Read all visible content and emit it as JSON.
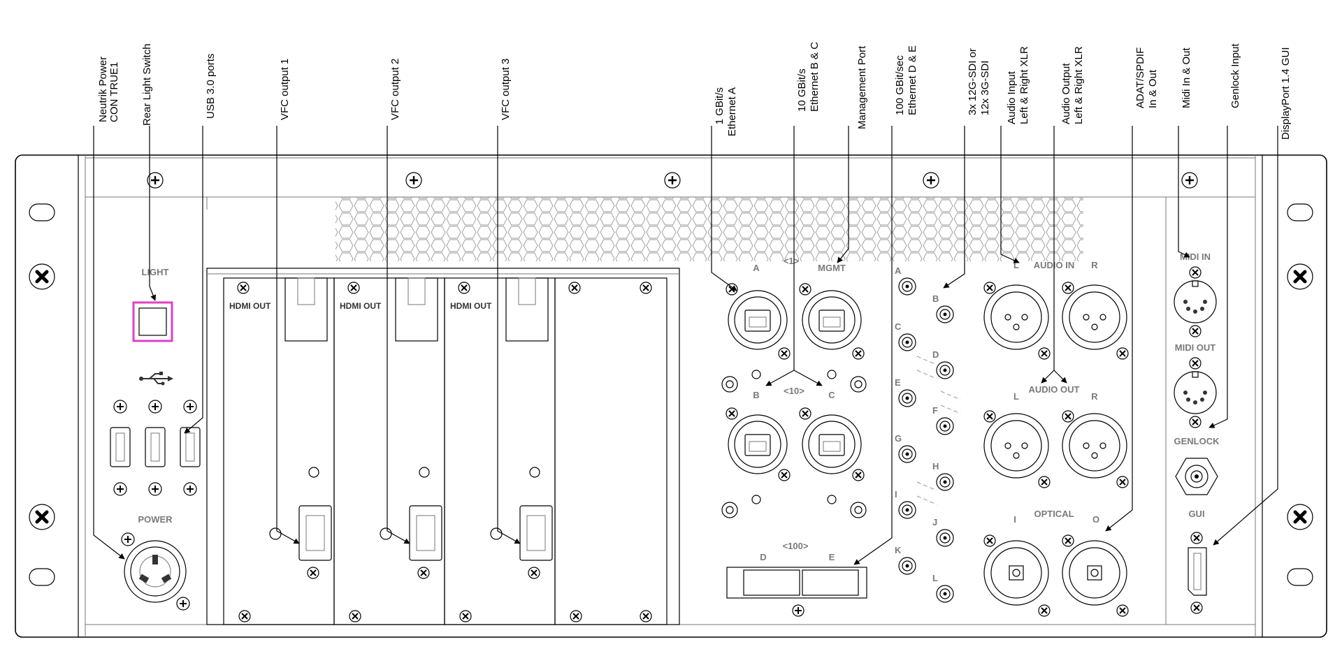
{
  "callouts": {
    "neutrik_1": "Neutrik Power",
    "neutrik_2": "CON TRUE1",
    "rear_light": "Rear Light Switch",
    "usb": "USB 3.0 ports",
    "vfc1": "VFC output 1",
    "vfc2": "VFC output 2",
    "vfc3": "VFC output 3",
    "eth_a_1": "1 GBit/s",
    "eth_a_2": "Ethernet A",
    "eth_bc_1": "10 GBit/s",
    "eth_bc_2": "Ethernet B & C",
    "mgmt": "Management Port",
    "eth_de_1": "100 GBit/sec",
    "eth_de_2": "Ethernet D & E",
    "sdi_1": "3x 12G-SDI or",
    "sdi_2": "12x 3G-SDI",
    "audio_in_1": "Audio Input",
    "audio_in_2": "Left & Right XLR",
    "audio_out_1": "Audio Output",
    "audio_out_2": "Left & Right XLR",
    "adat_1": "ADAT/SPDIF",
    "adat_2": "In & Out",
    "midi": "Midi In & Out",
    "genlock": "Genlock Input",
    "displayport": "DisplayPort 1.4 GUI"
  },
  "panel": {
    "light": "LIGHT",
    "power": "POWER",
    "hdmi_out": "HDMI OUT",
    "eth_a": "A",
    "eth_1": "<1>",
    "mgmt": "MGMT",
    "eth_10": "<10>",
    "eth_b": "B",
    "eth_c": "C",
    "eth_100": "<100>",
    "eth_d": "D",
    "eth_e": "E",
    "sdi": [
      "A",
      "B",
      "C",
      "D",
      "E",
      "F",
      "G",
      "H",
      "I",
      "J",
      "K",
      "L"
    ],
    "audio_in": "AUDIO IN",
    "audio_out": "AUDIO OUT",
    "left": "L",
    "right": "R",
    "optical": "OPTICAL",
    "optical_in": "I",
    "optical_out": "O",
    "midi_in": "MIDI IN",
    "midi_out": "MIDI OUT",
    "genlock": "GENLOCK",
    "gui": "GUI"
  },
  "highlight_color": "#e040c8"
}
